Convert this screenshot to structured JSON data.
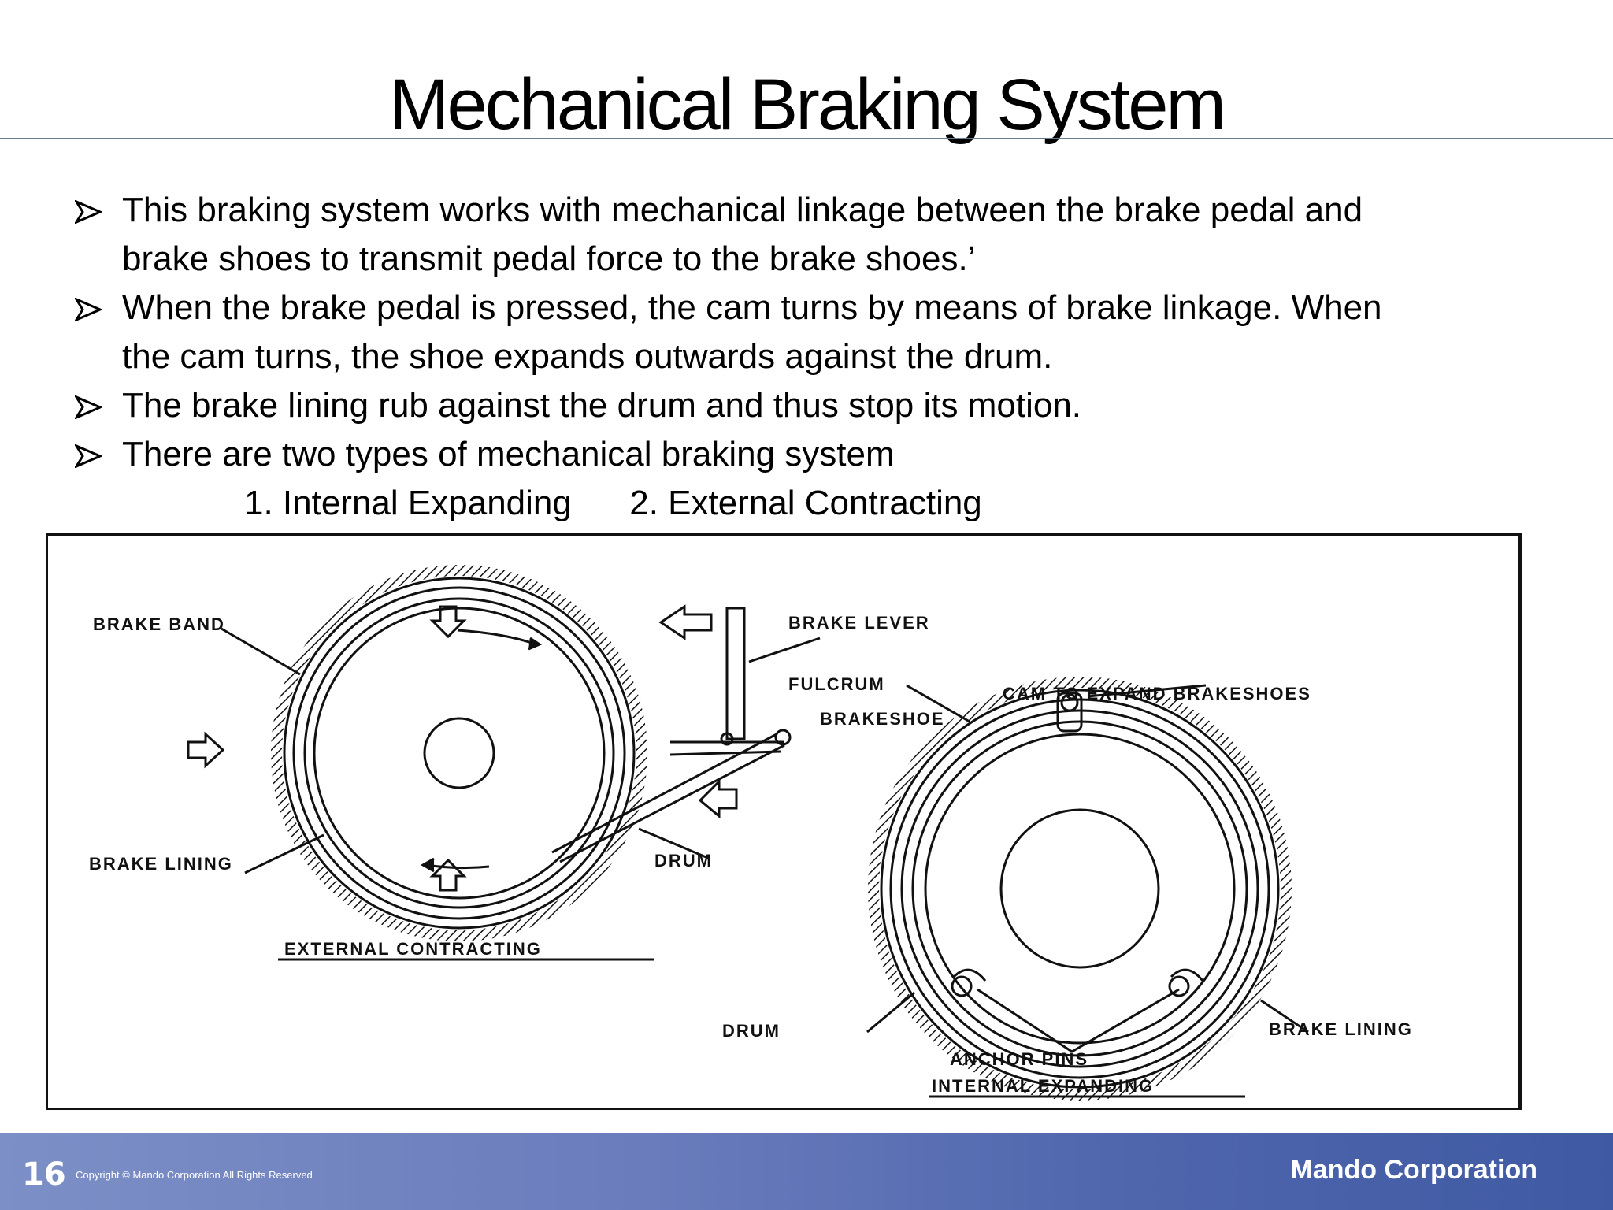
{
  "slide": {
    "title": "Mechanical Braking System",
    "page_number": "16",
    "copyright": "Copyright © Mando Corporation All Rights Reserved",
    "brand": "Mando Corporation"
  },
  "bullets": [
    {
      "line1": "This braking system works with mechanical linkage between the brake pedal and",
      "line2": "brake shoes to transmit pedal force to the brake shoes.’"
    },
    {
      "line1": "When the brake pedal is pressed, the cam turns by means of brake linkage. When",
      "line2": "the cam turns, the shoe expands outwards against the drum."
    },
    {
      "line1": "The brake lining rub against the drum and thus stop its motion."
    },
    {
      "line1": "There are two types of mechanical braking system"
    }
  ],
  "types": {
    "first": "1. Internal Expanding",
    "second": "2. External Contracting"
  },
  "diagram": {
    "labels": {
      "brake_band": "BRAKE BAND",
      "brake_lever": "BRAKE LEVER",
      "fulcrum": "FULCRUM",
      "cam": "CAM TO EXPAND BRAKESHOES",
      "brakeshoe": "BRAKESHOE",
      "brake_lining_left": "BRAKE LINING",
      "drum_left": "DRUM",
      "external_caption": "EXTERNAL CONTRACTING",
      "drum_right": "DRUM",
      "brake_lining_right": "BRAKE LINING",
      "anchor_pins": "ANCHOR PINS",
      "internal_caption": "INTERNAL EXPANDING"
    }
  }
}
